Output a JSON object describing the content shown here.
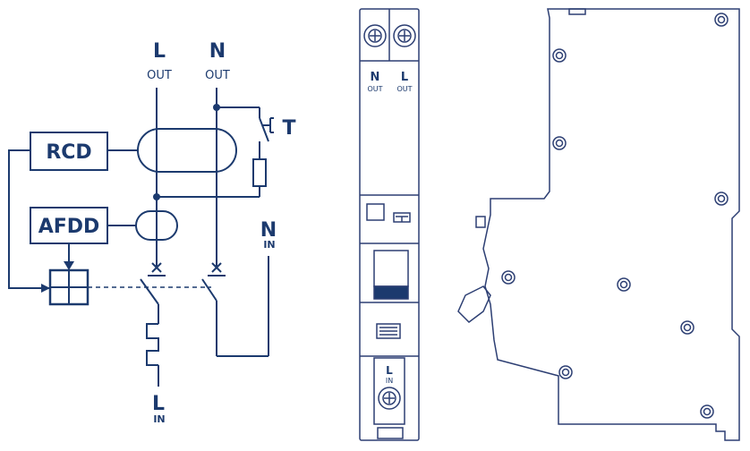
{
  "schematic": {
    "l_out": {
      "main": "L",
      "sub": "OUT"
    },
    "n_out": {
      "main": "N",
      "sub": "OUT"
    },
    "n_in": {
      "main": "N",
      "sub": "IN"
    },
    "l_in": {
      "main": "L",
      "sub": "IN"
    },
    "test_button": "T",
    "rcd_block": "RCD",
    "afdd_block": "AFDD"
  },
  "front_view": {
    "n_out": {
      "main": "N",
      "sub": "OUT"
    },
    "l_out": {
      "main": "L",
      "sub": "OUT"
    },
    "l_in": {
      "main": "L",
      "sub": "IN"
    }
  },
  "colors": {
    "line": "#1c3a6e",
    "device_outline": "#2d3f73",
    "background": "#ffffff"
  }
}
